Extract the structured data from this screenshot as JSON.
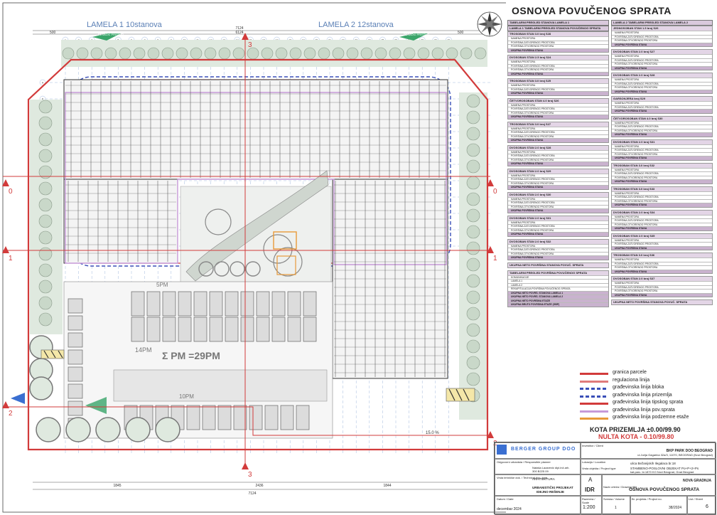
{
  "drawing": {
    "title": "OSNOVA POVUČENOG SPRATA",
    "lamela1": "LAMELA 1 10stanova",
    "lamela2": "LAMELA 2 12stanova",
    "pesacki1": "PEŠAČKI PRISTUP",
    "pesacki2": "PEŠAČKI PRISTUP",
    "pm_total": "Σ PM =29PM",
    "pm5": "5PM",
    "pm14": "14PM",
    "pm10": "10PM",
    "slope": "15.0 %",
    "dim_top_total": "7124",
    "dim_top_inner": "6124",
    "dim_top_left": "500",
    "dim_top_right": "500",
    "dim_bottom_total": "7124",
    "dim_bottom_left": "1845",
    "dim_bottom_mid": "2436",
    "dim_bottom_right": "1844",
    "sections": [
      "3",
      "0",
      "1",
      "2",
      "3",
      "0",
      "1",
      "2"
    ],
    "axes_top": [
      "1",
      "2",
      "3",
      "4",
      "5",
      "6",
      "7",
      "8",
      "9",
      "10",
      "11",
      "12",
      "13",
      "14",
      "15",
      "16",
      "17",
      "18",
      "19",
      "20",
      "21",
      "22",
      "23",
      "24",
      "25",
      "26",
      "27",
      "28",
      "29",
      "30"
    ],
    "axes_left": [
      "A",
      "B",
      "C",
      "D",
      "E",
      "F",
      "G",
      "H",
      "I",
      "J",
      "K"
    ]
  },
  "tables": {
    "left_header": "TABELARNI PREGLED STANOVA LAMELA 1",
    "left_sub": "LAMELA 1 TABELARNI PREGLED STANOVA POVUČENOG SPRATA",
    "right_header": "LAMELA 2 TABELARNI PREGLED STANOVA LAMELA 2",
    "left": [
      {
        "name": "TROSOBAN STAN 3.0 broj S28",
        "rows": [
          "NAMENA PROSTORA",
          "POVRŠINA ZATVORENOG PROSTORA",
          "POVRŠINA OTVORENOG PROSTORA",
          "UKUPNA POVRŠINA STANA"
        ]
      },
      {
        "name": "DVOSOBAN STAN 2.5 broj S24",
        "rows": [
          "NAMENA PROSTORA",
          "POVRŠINA ZATVORENOG PROSTORA",
          "POVRŠINA OTVORENOG PROSTORA",
          "UKUPNA POVRŠINA STANA"
        ]
      },
      {
        "name": "TROSOBAN STAN 3.0 broj S25",
        "rows": [
          "NAMENA PROSTORA",
          "POVRŠINA ZATVORENOG PROSTORA",
          "UKUPNA POVRŠINA STANA"
        ]
      },
      {
        "name": "ČETVOROSOBAN STAN 4.0 broj S26",
        "rows": [
          "NAMENA PROSTORA",
          "POVRŠINA ZATVORENOG PROSTORA",
          "POVRŠINA OTVORENOG PROSTORA",
          "UKUPNA POVRŠINA STANA"
        ]
      },
      {
        "name": "TROSOBAN STAN 3.0 broj S27",
        "rows": [
          "NAMENA PROSTORA",
          "POVRŠINA ZATVORENOG PROSTORA",
          "POVRŠINA OTVORENOG PROSTORA",
          "UKUPNA POVRŠINA STANA"
        ]
      },
      {
        "name": "DVOSOBAN STAN 2.0 broj S28",
        "rows": [
          "NAMENA PROSTORA",
          "POVRŠINA ZATVORENOG PROSTORA",
          "POVRŠINA OTVORENOG PROSTORA",
          "UKUPNA POVRŠINA STANA"
        ]
      },
      {
        "name": "DVOSOBAN STAN 2.0 broj S29",
        "rows": [
          "NAMENA PROSTORA",
          "POVRŠINA ZATVORENOG PROSTORA",
          "POVRŠINA OTVORENOG PROSTORA",
          "UKUPNA POVRŠINA STANA"
        ]
      },
      {
        "name": "DVOSOBAN STAN 2.0 broj S30",
        "rows": [
          "NAMENA PROSTORA",
          "POVRŠINA ZATVORENOG PROSTORA",
          "POVRŠINA OTVORENOG PROSTORA",
          "UKUPNA POVRŠINA STANA"
        ]
      },
      {
        "name": "DVOSOBAN STAN 2.0 broj S31",
        "rows": [
          "NAMENA PROSTORA",
          "POVRŠINA ZATVORENOG PROSTORA",
          "POVRŠINA OTVORENOG PROSTORA",
          "UKUPNA POVRŠINA STANA"
        ]
      },
      {
        "name": "DVOSOBAN STAN 2.0 broj S32",
        "rows": [
          "NAMENA PROSTORA",
          "POVRŠINA ZATVORENOG PROSTORA",
          "POVRŠINA OTVORENOG PROSTORA",
          "UKUPNA POVRŠINA STANA"
        ]
      },
      {
        "name": "UKUPNA NETO POVRŠINA STANOVA POVUČ. SPRATA",
        "rows": []
      },
      {
        "name": "TABELARNI PREGLED POVRŠINA POVUČENOG SPRATA",
        "rows": [
          "KOMUNIKACIJE",
          "LAMELA 1",
          "LAMELA 2",
          "REKAPITULACIJA POVRŠINA POVUČENOG SPRATA",
          "UKUPNA NETO POVRŠ. STANOVA LAMELA 1",
          "UKUPNA NETO POVRŠ. STANOVA LAMELA 2",
          "UKUPNA NETO POVRŠINA ETAŽE",
          "UKUPNA BRUTO POVRŠINA ETAŽE (GBP)"
        ]
      }
    ],
    "right": [
      {
        "name": "JEDNOSOBAN STAN 1.5 broj S26",
        "rows": [
          "NAMENA PROSTORA",
          "POVRŠINA ZATVORENOG PROSTORA",
          "POVRŠINA OTVORENOG PROSTORA",
          "UKUPNA POVRŠINA STANA"
        ]
      },
      {
        "name": "DVOSOBAN STAN 2.0 broj S27",
        "rows": [
          "NAMENA PROSTORA",
          "POVRŠINA ZATVORENOG PROSTORA",
          "POVRŠINA OTVORENOG PROSTORA",
          "UKUPNA POVRŠINA STANA"
        ]
      },
      {
        "name": "DVOSOBAN STAN 2.0 broj S28",
        "rows": [
          "NAMENA PROSTORA",
          "POVRŠINA ZATVORENOG PROSTORA",
          "POVRŠINA OTVORENOG PROSTORA",
          "UKUPNA POVRŠINA STANA"
        ]
      },
      {
        "name": "GARSONJERA broj S29",
        "rows": [
          "NAMENA PROSTORA",
          "POVRŠINA ZATVORENOG PROSTORA",
          "UKUPNA POVRŠINA STANA"
        ]
      },
      {
        "name": "ČETVOROSOBAN STAN 4.0 broj S30",
        "rows": [
          "NAMENA PROSTORA",
          "POVRŠINA ZATVORENOG PROSTORA",
          "POVRŠINA OTVORENOG PROSTORA",
          "UKUPNA POVRŠINA STANA"
        ]
      },
      {
        "name": "DVOSOBAN STAN 2.0 broj S31",
        "rows": [
          "NAMENA PROSTORA",
          "POVRŠINA ZATVORENOG PROSTORA",
          "POVRŠINA OTVORENOG PROSTORA",
          "UKUPNA POVRŠINA STANA"
        ]
      },
      {
        "name": "TROSOBAN STAN 3.0 broj S32",
        "rows": [
          "NAMENA PROSTORA",
          "POVRŠINA ZATVORENOG PROSTORA",
          "POVRŠINA OTVORENOG PROSTORA",
          "UKUPNA POVRŠINA STANA"
        ]
      },
      {
        "name": "TROSOBAN STAN 3.0 broj S33",
        "rows": [
          "NAMENA PROSTORA",
          "POVRŠINA ZATVORENOG PROSTORA",
          "POVRŠINA OTVORENOG PROSTORA",
          "UKUPNA POVRŠINA STANA"
        ]
      },
      {
        "name": "DVOSOBAN STAN 2.0 broj S34",
        "rows": [
          "NAMENA PROSTORA",
          "POVRŠINA ZATVORENOG PROSTORA",
          "POVRŠINA OTVORENOG PROSTORA",
          "UKUPNA POVRŠINA STANA"
        ]
      },
      {
        "name": "DVOSOBAN STAN 2.0 broj S35",
        "rows": [
          "NAMENA PROSTORA",
          "POVRŠINA ZATVORENOG PROSTORA",
          "UKUPNA POVRŠINA STANA"
        ]
      },
      {
        "name": "TROSOBAN STAN 3.0 broj S36",
        "rows": [
          "NAMENA PROSTORA",
          "POVRŠINA ZATVORENOG PROSTORA",
          "POVRŠINA OTVORENOG PROSTORA",
          "UKUPNA POVRŠINA STANA"
        ]
      },
      {
        "name": "DVOSOBAN STAN 2.0 broj S37",
        "rows": [
          "NAMENA PROSTORA",
          "POVRŠINA ZATVORENOG PROSTORA",
          "POVRŠINA OTVORENOG PROSTORA",
          "UKUPNA POVRŠINA STANA"
        ]
      },
      {
        "name": "UKUPNA NETO POVRŠINA STANOVA POVUČ. SPRATA",
        "rows": []
      }
    ]
  },
  "legend": [
    {
      "label": "granica parcele",
      "color": "#d23b3b"
    },
    {
      "label": "regulaciona linija",
      "color": "#e07b7b"
    },
    {
      "label": "građevinska linija bloka",
      "color": "#3a4fb8"
    },
    {
      "label": "građevinska linija prizemlja",
      "color": "#3a4fb8"
    },
    {
      "label": "građevinska linija tipskog sprata",
      "color": "#d23b3b"
    },
    {
      "label": "građevinska linija pov.sprata",
      "color": "#c79ad8"
    },
    {
      "label": "građevinska linija podzemne etaže",
      "color": "#e89a3a"
    }
  ],
  "kota": {
    "prizemlja": "KOTA PRIZEMLJA ±0.00/99.90",
    "nulta": "NULTA KOTA - 0.10/99.80"
  },
  "titleblock": {
    "company": "BERGER GROUP DOO",
    "investor_label": "Investitor / Client",
    "investor": "BKP PARK DOO BEOGRAD",
    "investor_addr1": "ul.Jurija Gagarina 32a/3, 11070, BEOGRAD (Novi Beograd)",
    "lokacija_label": "Lokacija / Location",
    "lokacija": "ulica Bežanijskih Ilegalaca br.18",
    "objekat_label": "Vrsta objekta / Project type",
    "objekat": "STAMBENO-POSLOVNI OBJEKAT Po+P+2+Ps",
    "parcela": "kat.parc. br.1870 KO Novi Beograd, Grad Beograd",
    "odgovorni_label": "Odgovorni urbanista / Responsible planner",
    "vrsta_label": "Vrsta tehničke dok. / Technical doc. type",
    "vrsta": "URBANISTIČKI PROJEKAT",
    "vrsta2": "IDEJNO REŠENJE",
    "arhitektura": "ARHITEKTURA",
    "sekcija": "A",
    "idr": "IDR",
    "nova": "NOVA GRADNJA",
    "naziv_label": "Naziv crteža / Drawing title",
    "naziv": "OSNOVA POVUČENOG SPRATA",
    "razmera_label": "Razmera / Scale",
    "razmera": "1:200",
    "datum_label": "Datum / Date",
    "datum": "decembar 2024",
    "sveska_label": "Sveska / Volume",
    "sveska": "1",
    "projekat_label": "Br. projekta / Project no.",
    "projekat": "38/2024",
    "list_label": "List / Sheet",
    "list": "6",
    "author": "Nataša Lazarević dipl.inž.arh.",
    "license": "300 B225 09"
  }
}
